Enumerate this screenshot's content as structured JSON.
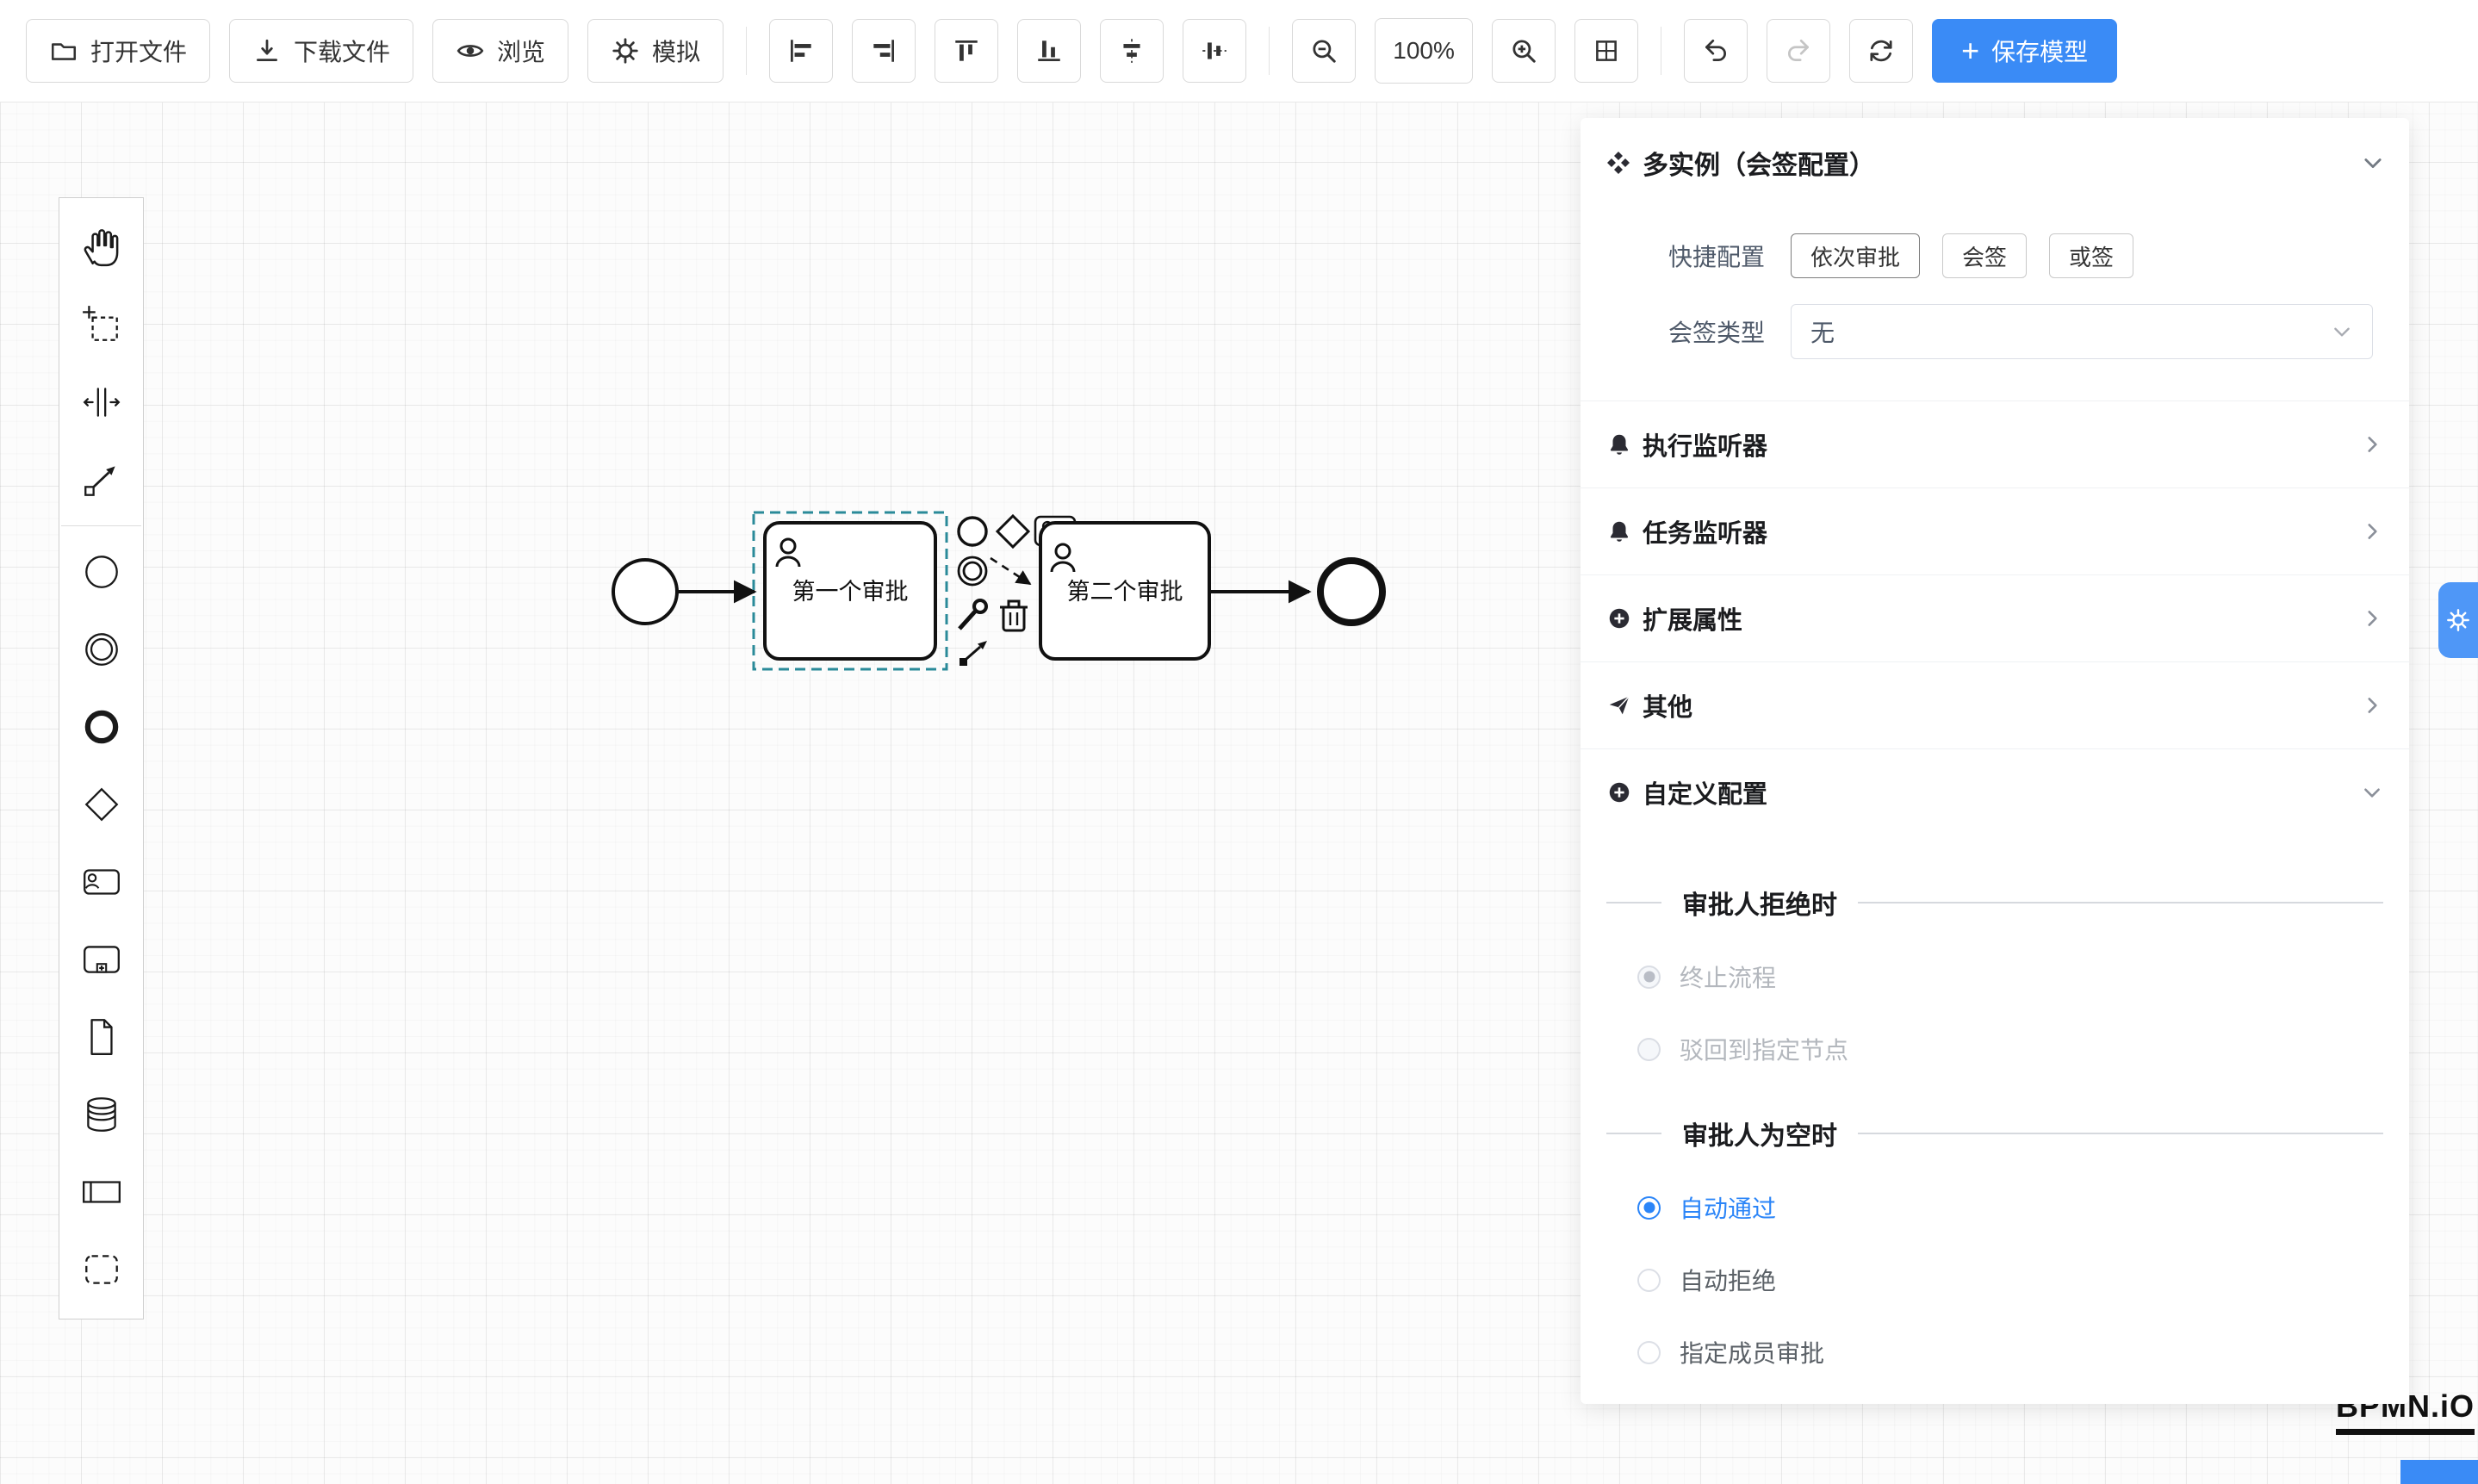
{
  "colors": {
    "accent": "#3a8bf6",
    "radio_blue": "#2b85f8",
    "selection_outline": "#2a8a99"
  },
  "toolbar": {
    "open_file": "打开文件",
    "download_file": "下载文件",
    "preview": "浏览",
    "simulate": "模拟",
    "zoom_level": "100%",
    "save_model": "保存模型"
  },
  "canvas": {
    "task1_label": "第一个审批",
    "task2_label": "第二个审批"
  },
  "panel": {
    "title": "多实例（会签配置）",
    "quick_config_label": "快捷配置",
    "quick_options": [
      {
        "label": "依次审批"
      },
      {
        "label": "会签"
      },
      {
        "label": "或签"
      }
    ],
    "type_label": "会签类型",
    "type_value": "无",
    "rows": [
      {
        "label": "执行监听器"
      },
      {
        "label": "任务监听器"
      },
      {
        "label": "扩展属性"
      },
      {
        "label": "其他"
      },
      {
        "label": "自定义配置"
      }
    ],
    "reject_section": {
      "title": "审批人拒绝时",
      "options": [
        {
          "label": "终止流程"
        },
        {
          "label": "驳回到指定节点"
        }
      ]
    },
    "empty_section": {
      "title": "审批人为空时",
      "options": [
        {
          "label": "自动通过"
        },
        {
          "label": "自动拒绝"
        },
        {
          "label": "指定成员审批"
        }
      ]
    }
  },
  "logo": "BPMN.iO"
}
